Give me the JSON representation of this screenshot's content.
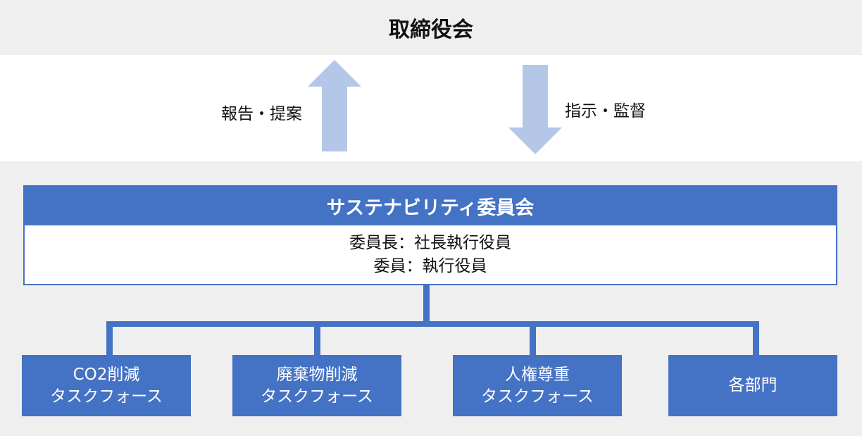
{
  "board": {
    "title": "取締役会"
  },
  "arrows": {
    "up_label": "報告・提案",
    "down_label": "指示・監督"
  },
  "committee": {
    "title": "サステナビリティ委員会",
    "chair_line": "委員長：社長執行役員",
    "members_line": "委員：執行役員"
  },
  "units": [
    {
      "line1": "CO2削減",
      "line2": "タスクフォース"
    },
    {
      "line1": "廃棄物削減",
      "line2": "タスクフォース"
    },
    {
      "line1": "人権尊重",
      "line2": "タスクフォース"
    },
    {
      "line1": "各部門",
      "line2": ""
    }
  ],
  "colors": {
    "primary": "#4472c4",
    "arrow": "#b4c7e7",
    "band": "#efefef"
  }
}
